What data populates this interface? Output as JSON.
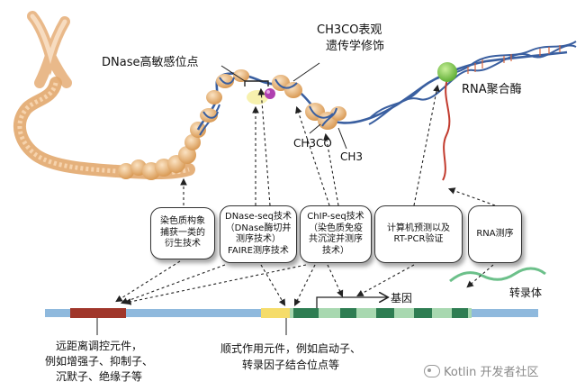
{
  "labels": {
    "dnase_site": "DNase高敏感位点",
    "acetyl_mod_line1": "CH3CO表观",
    "acetyl_mod_line2": "遗传学修饰",
    "rna_polymerase": "RNA聚合酶",
    "acetyl_group": "CH3CO",
    "methyl_group": "CH3",
    "gene": "基因",
    "transcript": "转录体",
    "distal_line1": "远距离调控元件，",
    "distal_line2": "例如增强子、抑制子、",
    "distal_line3": "沉默子、绝缘子等",
    "cis_line1": "顺式作用元件，例如启动子、",
    "cis_line2": "转录因子结合位点等"
  },
  "method_boxes": [
    {
      "lines": [
        "染色质构象",
        "捕获一类的",
        "衍生技术"
      ]
    },
    {
      "lines": [
        "DNase-seq技术",
        "（DNase酶切并",
        "测序技术）",
        "FAIRE测序技术"
      ]
    },
    {
      "lines": [
        "ChIP-seq技术",
        "（染色质免疫",
        "共沉淀并测序",
        "技术）"
      ]
    },
    {
      "lines": [
        "计算机预测以及",
        "RT-PCR验证"
      ]
    },
    {
      "lines": [
        "RNA测序"
      ]
    }
  ],
  "watermark": "Kotlin 开发者社区",
  "colors": {
    "track_blue": "#8fb9dd",
    "distal_red": "#a0362a",
    "promoter_yellow": "#f5dc6a",
    "exon_green": "#2e7d52",
    "intron_green": "#a8d8b0",
    "nucleosome": "#e8b57a",
    "chromosome": "#f0c79a",
    "dna_blue": "#3a5fa0",
    "polymerase_green": "#7ec850",
    "modification_purple": "#b040b0"
  }
}
